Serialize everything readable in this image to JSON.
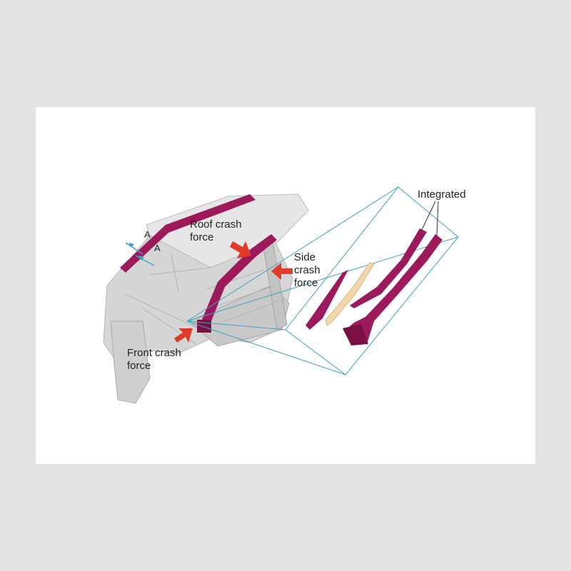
{
  "labels": {
    "roof": "Roof crash\nforce",
    "side": "Side\ncrash\nforce",
    "front": "Front crash\nforce",
    "integrated": "Integrated",
    "section_a1": "A",
    "section_a2": "A"
  },
  "colors": {
    "background": "#e3e3e3",
    "panel": "#ffffff",
    "pillar": "#9c1a5c",
    "pillar_dark": "#7a1046",
    "reinforcement": "#f0d6a8",
    "force_arrow": "#e23a2a",
    "callout_line": "#3ca3c0",
    "body_shell": "#d2d2d2"
  },
  "icons": [
    "force-arrow-icon",
    "section-arrow-icon"
  ]
}
